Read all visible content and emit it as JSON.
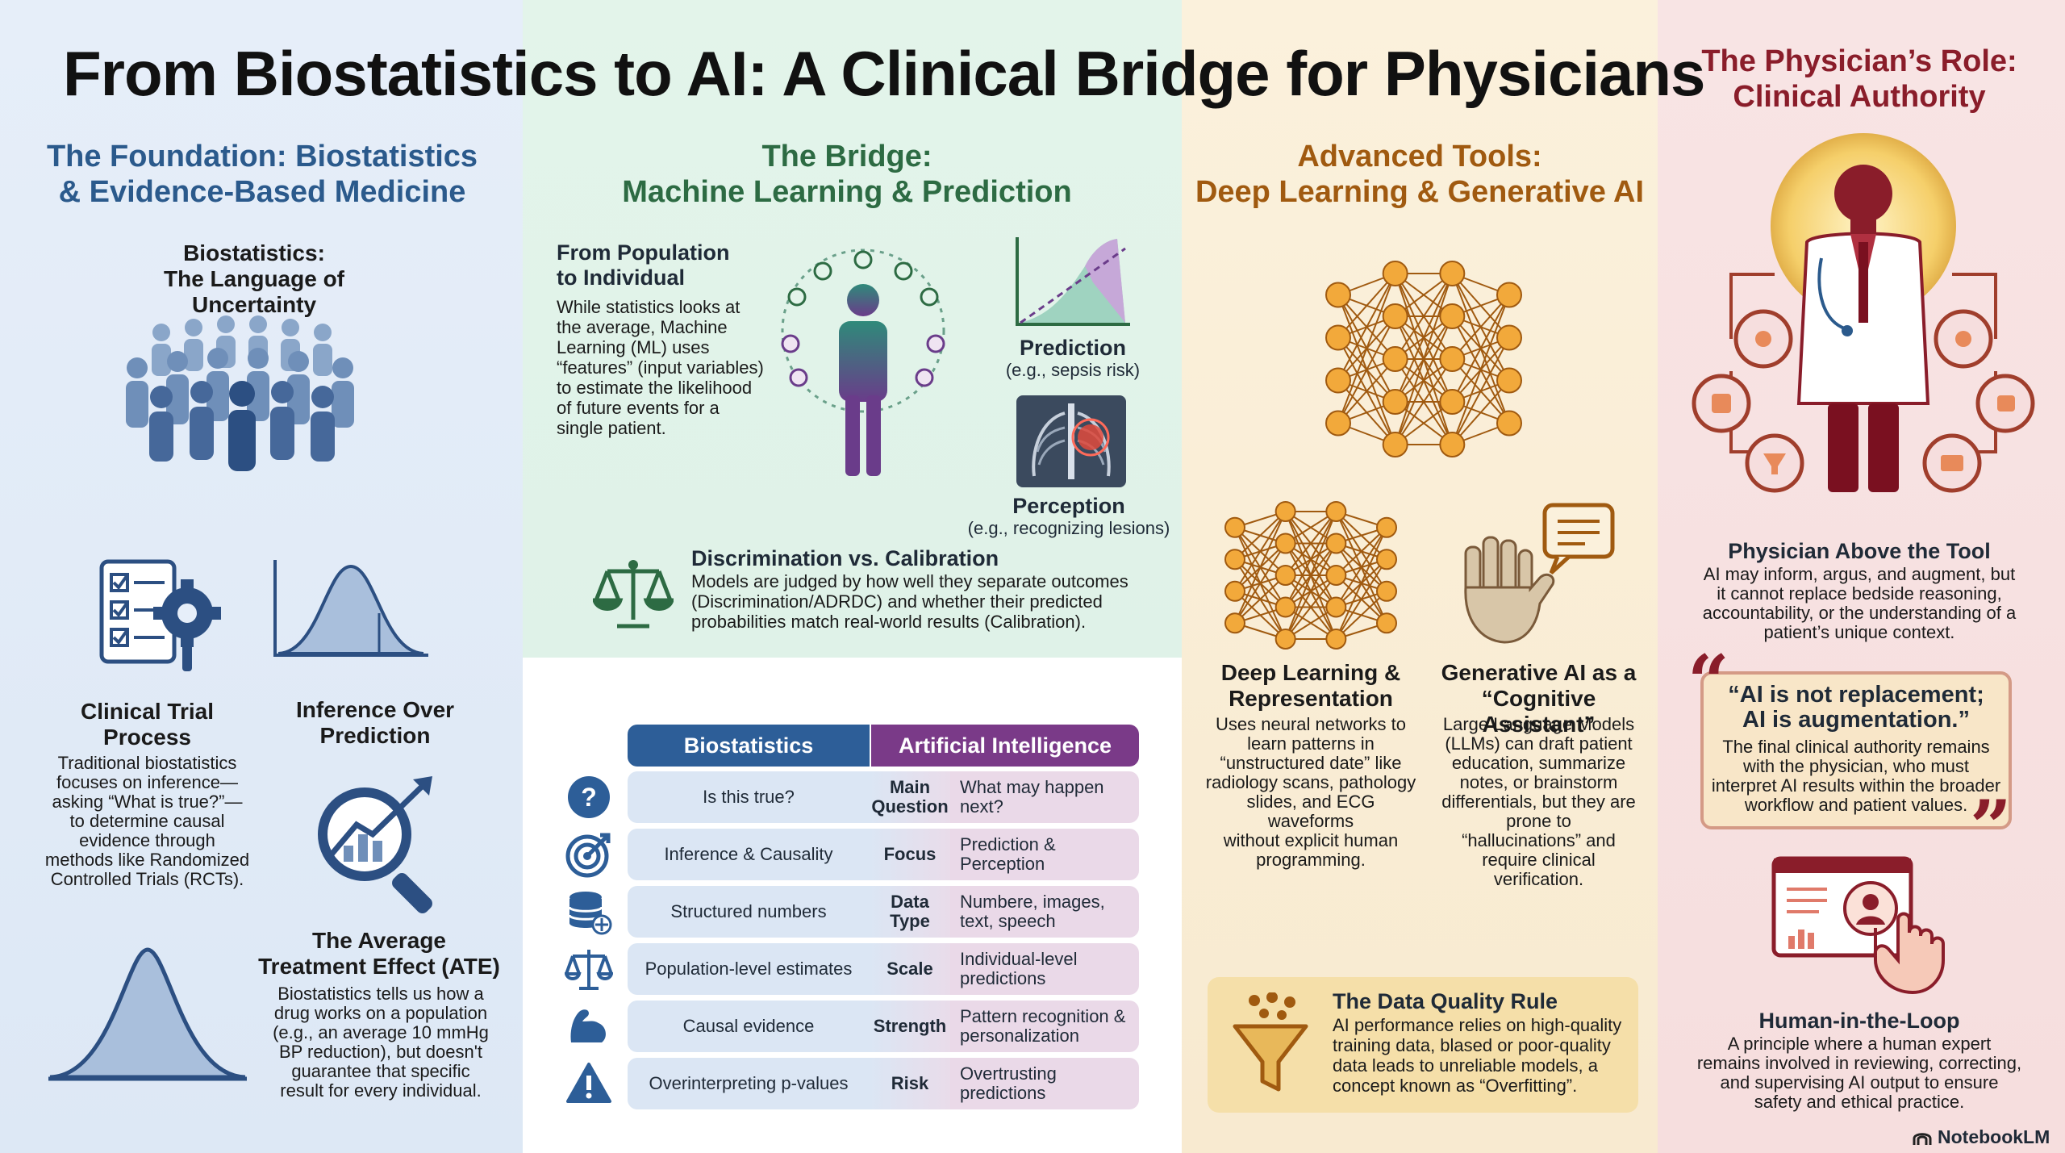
{
  "title": "From Biostatistics to AI: A Clinical Bridge for Physicians",
  "col1": {
    "header_line1": "The Foundation: Biostatistics",
    "header_line2": "& Evidence-Based Medicine",
    "biostat_title_1": "Biostatistics:",
    "biostat_title_2": "The Language of Uncertainty",
    "trial_title_1": "Clinical Trial",
    "trial_title_2": "Process",
    "trial_body": [
      "Traditional biostatistics",
      "focuses on inference—",
      "asking “What is true?”—",
      "to determine causal",
      "evidence through",
      "methods like Randomized",
      "Controlled Trials (RCTs)."
    ],
    "inference_title_1": "Inference Over",
    "inference_title_2": "Prediction",
    "ate_title_1": "The Average",
    "ate_title_2": "Treatment Effect (ATE)",
    "ate_body": [
      "Biostatistics tells us how a",
      "drug works on a population",
      "(e.g., an average 10 mmHg",
      "BP reduction), but doesn't",
      "guarantee that specific",
      "result for every individual."
    ]
  },
  "col2": {
    "header_line1": "The Bridge:",
    "header_line2": "Machine Learning & Prediction",
    "pop_title_1": "From Population",
    "pop_title_2": "to Individual",
    "pop_body": [
      "While statistics looks at",
      "the average, Machine",
      "Learning (ML) uses",
      "“features” (input variables)",
      "to estimate the likelihood",
      "of future events for a",
      "single patient."
    ],
    "prediction_title": "Prediction",
    "prediction_sub": "(e.g., sepsis risk)",
    "perception_title": "Perception",
    "perception_sub": "(e.g., recognizing lesions)",
    "disc_title": "Discrimination vs. Calibration",
    "disc_body": [
      "Models are judged by how well they separate outcomes",
      "(Discrimination/ADRDC) and whether their predicted",
      "probabilities match real-world results (Calibration)."
    ],
    "table": {
      "left_header": "Biostatistics",
      "right_header": "Artificial Intelligence",
      "rows": [
        {
          "icon": "question-icon",
          "left": "Is this true?",
          "mid": "Main Question",
          "right": "What may happen next?"
        },
        {
          "icon": "target-icon",
          "left": "Inference & Causality",
          "mid": "Focus",
          "right": "Prediction & Perception"
        },
        {
          "icon": "database-icon",
          "left": "Structured numbers",
          "mid": "Data Type",
          "right": "Numbere, images, text, speech"
        },
        {
          "icon": "scale-icon",
          "left": "Population-level estimates",
          "mid": "Scale",
          "right": "Individual-level predictions"
        },
        {
          "icon": "muscle-icon",
          "left": "Causal evidence",
          "mid": "Strength",
          "right": "Pattern recognition & personalization"
        },
        {
          "icon": "warning-icon",
          "left": "Overinterpreting p-values",
          "mid": "Risk",
          "right": "Overtrusting predictions"
        }
      ]
    }
  },
  "col3": {
    "header_line1": "Advanced Tools:",
    "header_line2": "Deep Learning & Generative AI",
    "dl_title_1": "Deep Learning &",
    "dl_title_2": "Representation",
    "dl_body": [
      "Uses neural networks to",
      "learn patterns in",
      "“unstructured date” like",
      "radiology scans, pathology",
      "slides, and ECG waveforms",
      "without explicit human",
      "programming."
    ],
    "gen_title_1": "Generative AI as a",
    "gen_title_2": "“Cognitive Assistant”",
    "gen_body": [
      "Large Language Models",
      "(LLMs) can draft patient",
      "education, summarize",
      "notes, or brainstorm",
      "differentials, but they are",
      "prone to",
      "“hallucinations” and",
      "require clinical",
      "verification."
    ],
    "dq_title": "The Data Quality Rule",
    "dq_body": [
      "AI performance relies on high-quality",
      "training data, blased or poor-quality",
      "data leads to unreliable models, a",
      "concept known as “Overfitting”."
    ]
  },
  "col4": {
    "header_line1": "The Physician’s Role:",
    "header_line2": "Clinical Authority",
    "above_title": "Physician Above the Tool",
    "above_body": [
      "AI may inform, argus, and augment, but",
      "it cannot replace bedside reasoning,",
      "accountability, or the understanding of a",
      "patient’s unique context."
    ],
    "quote_line1": "“AI is not replacement;",
    "quote_line2": "AI is augmentation.”",
    "quote_body": [
      "The final clinical authority remains",
      "with the physician, who must",
      "interpret AI results within the broader",
      "workflow and patient values."
    ],
    "hitl_title": "Human-in-the-Loop",
    "hitl_body": [
      "A principle where a human expert",
      "remains involved in reviewing, correcting,",
      "and supervising AI output to ensure",
      "safety and ethical practice."
    ],
    "brand": "NotebookLM"
  },
  "colors": {
    "blue": "#2b5a8c",
    "green": "#2d6b43",
    "orange": "#a05a10",
    "red": "#8a1d2a",
    "bio_header": "#2d5e98",
    "ai_header": "#7a3a88"
  }
}
